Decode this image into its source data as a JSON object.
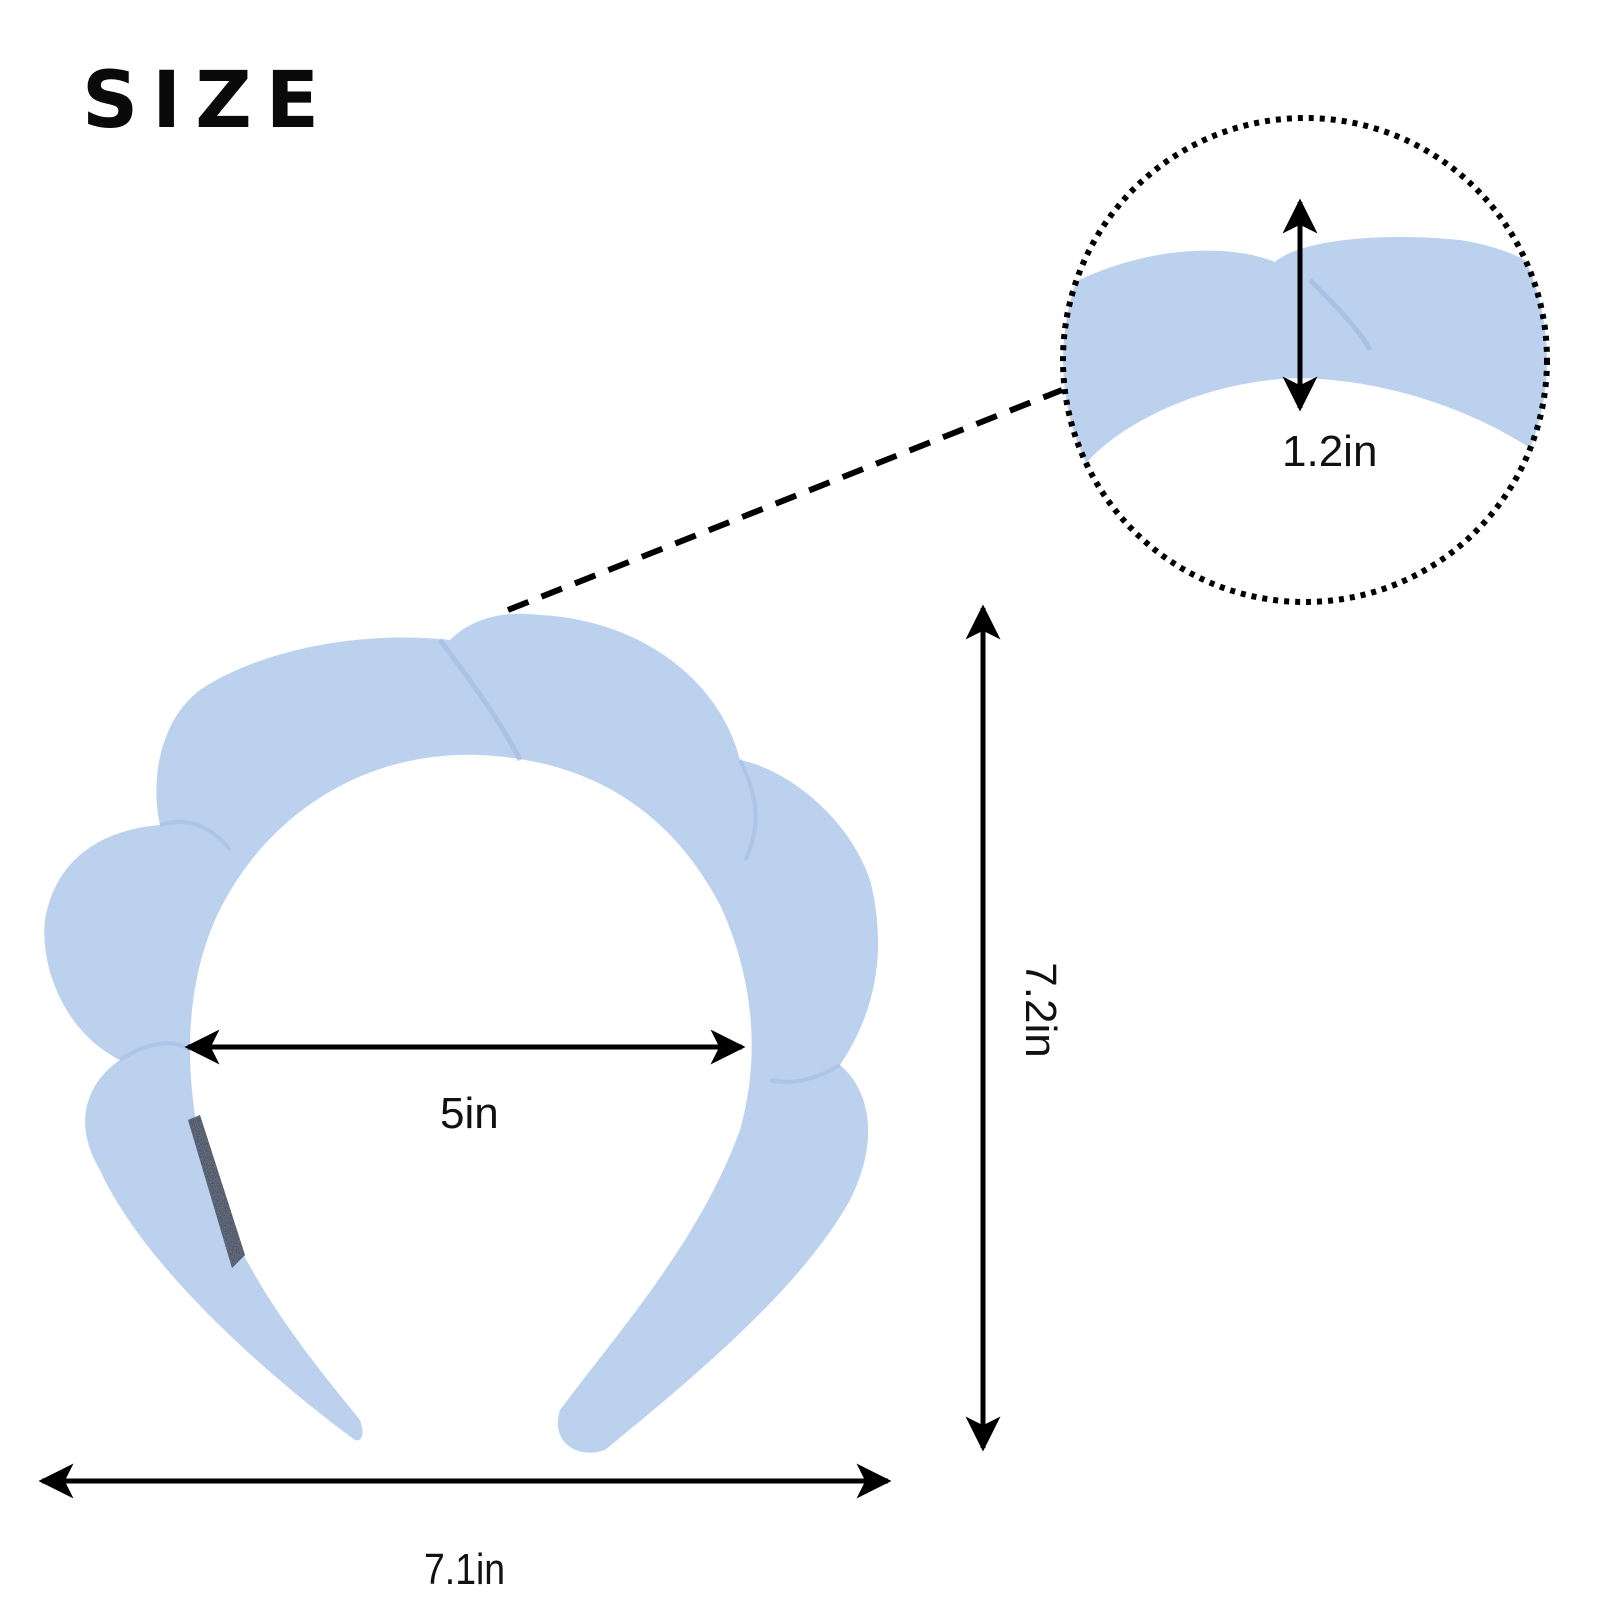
{
  "title": "SIZE",
  "product": {
    "name": "headband",
    "color_hex": "#b9d1ef",
    "shadow_hex": "#9db8df",
    "label_tag_hex": "#1c2233"
  },
  "dimensions": {
    "thickness": {
      "label": "1.2in",
      "value": 1.2,
      "unit": "in"
    },
    "inner_width": {
      "label": "5in",
      "value": 5,
      "unit": "in"
    },
    "total_width": {
      "label": "7.1in",
      "value": 7.1,
      "unit": "in"
    },
    "total_height": {
      "label": "7.2in",
      "value": 7.2,
      "unit": "in"
    }
  },
  "callout": {
    "style": "dotted-circle",
    "connector": "dashed-line"
  },
  "colors": {
    "text": "#111111",
    "arrow": "#000000",
    "background": "#ffffff"
  }
}
